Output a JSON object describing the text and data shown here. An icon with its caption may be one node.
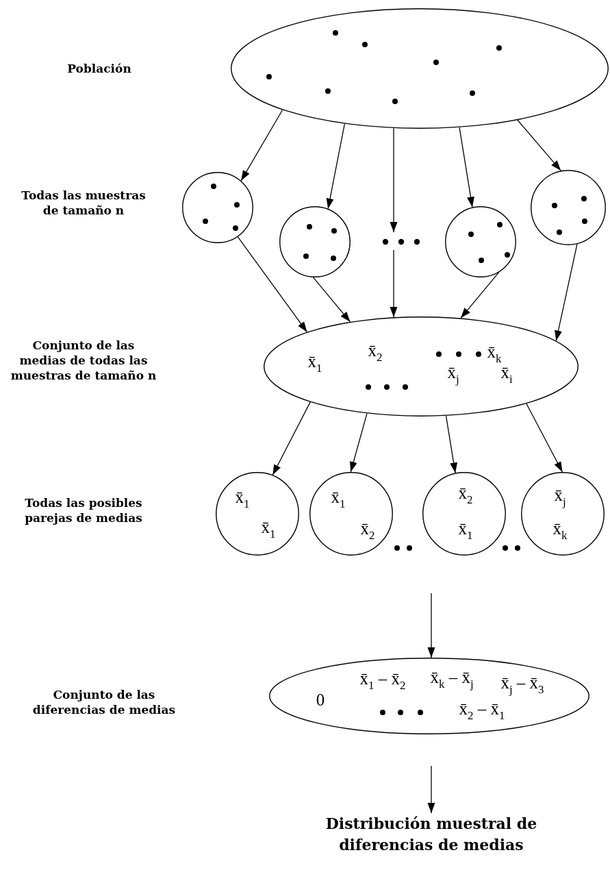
{
  "diagram": {
    "nodes": [
      {
        "text": [],
        "shape": "ellipse"
      },
      {
        "text": [],
        "shape": "circle"
      },
      {
        "text": [],
        "shape": "circle"
      },
      {
        "text": [],
        "shape": "dots"
      },
      {
        "text": [],
        "shape": "circle"
      },
      {
        "text": [],
        "shape": "circle"
      },
      {
        "text": [
          "x̄$_{2}$",
          "x̄$_{k}$",
          "x̄$_{1}$",
          "x̄$_{j}$",
          "x̄$_{i}$"
        ]
      },
      {
        "text": [
          "x̄$_{1}$",
          "x̄$_{1}$"
        ]
      },
      {
        "text": [
          "x̄$_{1}$",
          "x̄$_{2}$"
        ]
      },
      {
        "text": [
          "x̄$_{2}$",
          "x̄$_{1}$"
        ]
      },
      {
        "text": [
          "x̄$_{j}$",
          "x̄$_{k}$"
        ]
      },
      {
        "text": [
          "x̄$_{1}$ – x̄$_{2}$",
          "x̄$_{k}$ – x̄$_{j}$",
          "x̄$_{j}$ – x̄$_{3}$",
          "0",
          "x̄$_{2}$ – x̄$_{1}$"
        ]
      },
      {
        "text": [
          "Distribución muestral de diferencias de medias"
        ]
      }
    ],
    "edges": [
      {
        "from": 0,
        "to": 1,
        "arrow": "to"
      },
      {
        "from": 0,
        "to": 2,
        "arrow": "to"
      },
      {
        "from": 0,
        "to": 3,
        "arrow": "to"
      },
      {
        "from": 0,
        "to": 4,
        "arrow": "to"
      },
      {
        "from": 0,
        "to": 5,
        "arrow": "to"
      },
      {
        "from": 1,
        "to": 6,
        "arrow": "to"
      },
      {
        "from": 2,
        "to": 6,
        "arrow": "to"
      },
      {
        "from": 3,
        "to": 6,
        "arrow": "to"
      },
      {
        "from": 4,
        "to": 6,
        "arrow": "to"
      },
      {
        "from": 5,
        "to": 6,
        "arrow": "to"
      },
      {
        "from": 6,
        "to": 7,
        "arrow": "to"
      },
      {
        "from": 6,
        "to": 8,
        "arrow": "to"
      },
      {
        "from": 6,
        "to": 9,
        "arrow": "to"
      },
      {
        "from": 6,
        "to": 10,
        "arrow": "to"
      },
      {
        "from": null,
        "to": 11,
        "arrow": "to"
      },
      {
        "from": 11,
        "to": 12,
        "arrow": "to"
      }
    ],
    "labels": [
      "Población",
      "Todas las muestras de tamaño n",
      "Conjunto de las medias de todas las muestras de tamaño n",
      "Todas las posibles parejas de medias",
      "Conjunto de las diferencias de medias"
    ]
  }
}
